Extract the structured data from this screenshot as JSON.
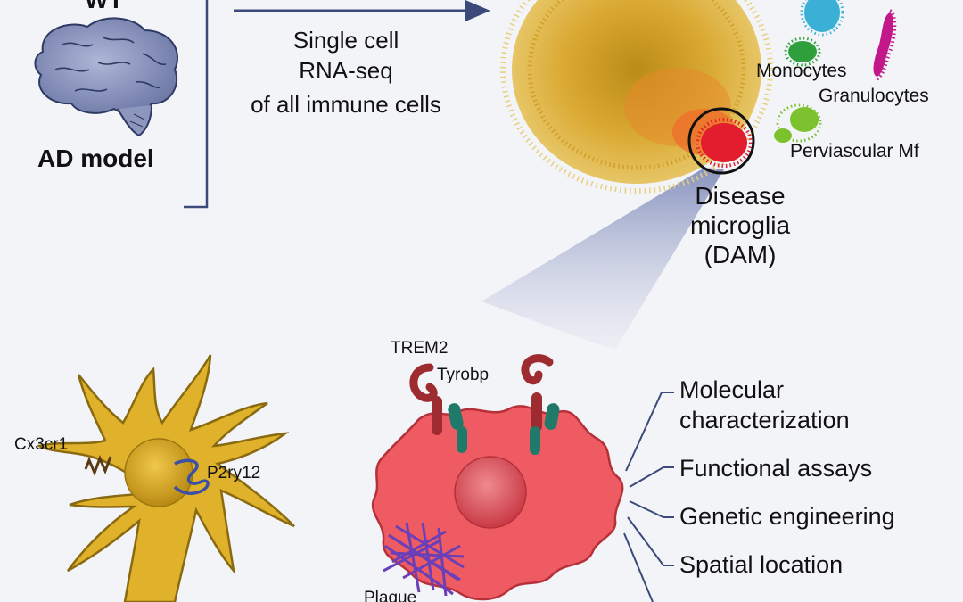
{
  "header": {
    "wt_label": "WT",
    "model_label": "AD model",
    "method_lines": [
      "Single cell",
      "RNA-seq",
      "of all immune cells"
    ]
  },
  "clusters": {
    "monocytes": "Monocytes",
    "granulocytes": "Granulocytes",
    "perivascular": "Perviascular Mf",
    "dam_lines": [
      "Disease",
      "microglia",
      "(DAM)"
    ]
  },
  "homeostatic_cell": {
    "receptor_1": "Cx3cr1",
    "receptor_2": "P2ry12"
  },
  "dam_cell": {
    "receptor_1": "TREM2",
    "receptor_2": "Tyrobp",
    "plaque": "Plaque"
  },
  "approaches": [
    "Molecular characterization",
    "Functional assays",
    "Genetic engineering",
    "Spatial location"
  ],
  "colors": {
    "background": "#f3f4f8",
    "frame_line": "#3b4a7a",
    "microglia_cloud": "#d9a62a",
    "dam_red": "#e11d2e",
    "monocytes": "#2e9f3a",
    "granulocytes": "#c2188a",
    "perivascular": "#7cc12e",
    "other_cluster": "#3ab0d6",
    "homeostatic_cell": "#e0b22b",
    "dam_cell": "#ee5b62",
    "trem2": "#9e2b30",
    "tyrobp": "#1f7a6a",
    "plaque": "#6a3fb8"
  }
}
